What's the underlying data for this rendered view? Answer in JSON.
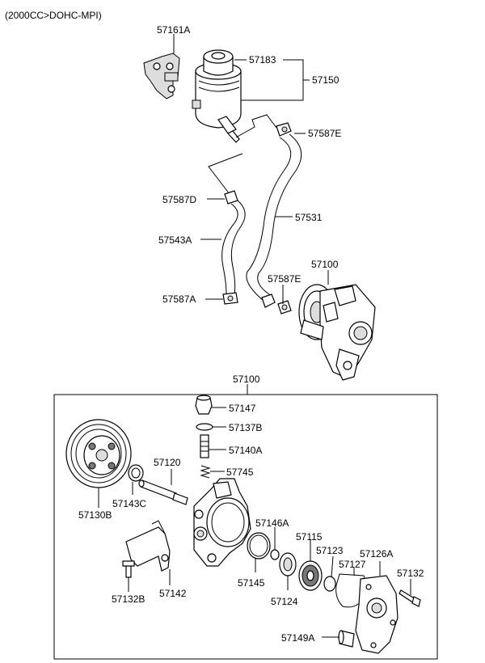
{
  "header": {
    "engine_note": "(2000CC>DOHC-MPI)"
  },
  "colors": {
    "line": "#000000",
    "background": "#ffffff"
  },
  "upper_labels": {
    "p57161A": "57161A",
    "p57183": "57183",
    "p57150": "57150",
    "p57587E_top": "57587E",
    "p57587D": "57587D",
    "p57531": "57531",
    "p57543A": "57543A",
    "p57100_top": "57100",
    "p57587E_mid": "57587E",
    "p57587A": "57587A"
  },
  "assembly": {
    "title": "57100",
    "labels": {
      "p57147": "57147",
      "p57137B": "57137B",
      "p57140A": "57140A",
      "p57120": "57120",
      "p57745": "57745",
      "p57143C": "57143C",
      "p57130B": "57130B",
      "p57146A": "57146A",
      "p57115": "57115",
      "p57123": "57123",
      "p57126A": "57126A",
      "p57127": "57127",
      "p57132_right": "57132",
      "p57145": "57145",
      "p57124": "57124",
      "p57132B": "57132B",
      "p57142": "57142",
      "p57149A": "57149A"
    }
  }
}
